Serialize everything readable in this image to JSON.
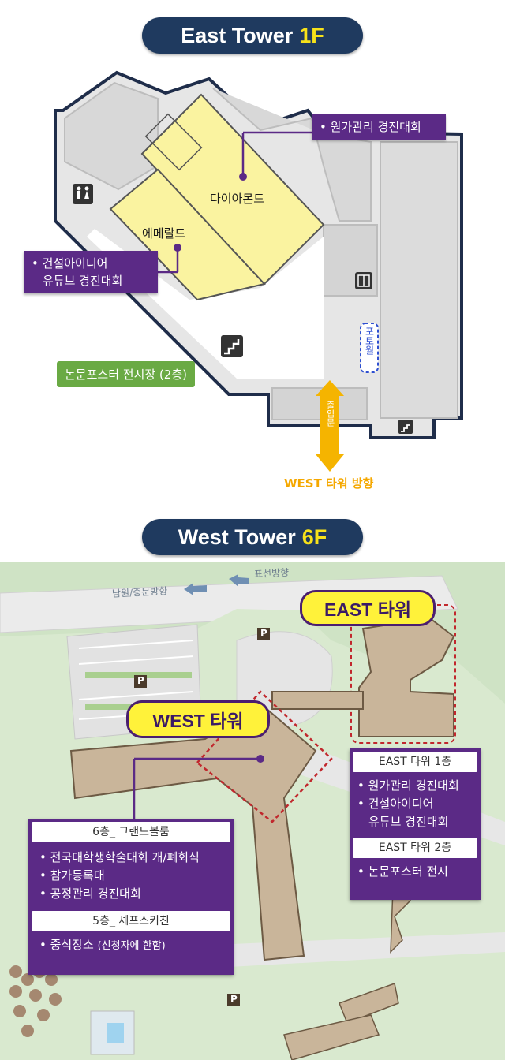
{
  "east": {
    "title": "East Tower",
    "title_floor": "1F",
    "rooms": {
      "diamond": "다이아몬드",
      "emerald": "에메랄드"
    },
    "tag_cost": "• 원가관리 경진대회",
    "tag_youtube_1": "• 건설아이디어",
    "tag_youtube_2": "유튜브 경진대회",
    "poster_tag": "논문포스터 전시장 (2층)",
    "photo_wall": "포토월",
    "entrance": "출입문",
    "west_direction": "WEST 타워 방향"
  },
  "west": {
    "title": "West Tower",
    "title_floor": "6F",
    "dir_left": "남원/중문방향",
    "dir_right": "표선방향",
    "east_label": "EAST 타워",
    "west_label": "WEST 타워",
    "parking": "P",
    "left_panel": {
      "head1": "6층_ 그랜드볼룸",
      "items1": [
        "• 전국대학생학술대회 개/폐회식",
        "• 참가등록대",
        "• 공정관리 경진대회"
      ],
      "head2": "5층_ 셰프스키친",
      "item2": "• 중식장소",
      "item2_note": "(신청자에 한함)"
    },
    "right_panel": {
      "head1": "EAST 타워 1층",
      "item1a": "• 원가관리 경진대회",
      "item1b": "• 건설아이디어",
      "item1c": "유튜브 경진대회",
      "head2": "EAST 타워 2층",
      "item2": "• 논문포스터 전시"
    }
  },
  "colors": {
    "navy": "#1f3a5f",
    "purple": "#5b2a86",
    "yellow_room": "#faf3a0",
    "accent_yellow": "#f7e21a",
    "green": "#6aaa44",
    "orange": "#f5b400"
  },
  "icons": [
    "restroom-icon",
    "stairs-icon",
    "elevator-icon",
    "parking-icon",
    "arrow-left-icon",
    "arrow-right-icon"
  ]
}
